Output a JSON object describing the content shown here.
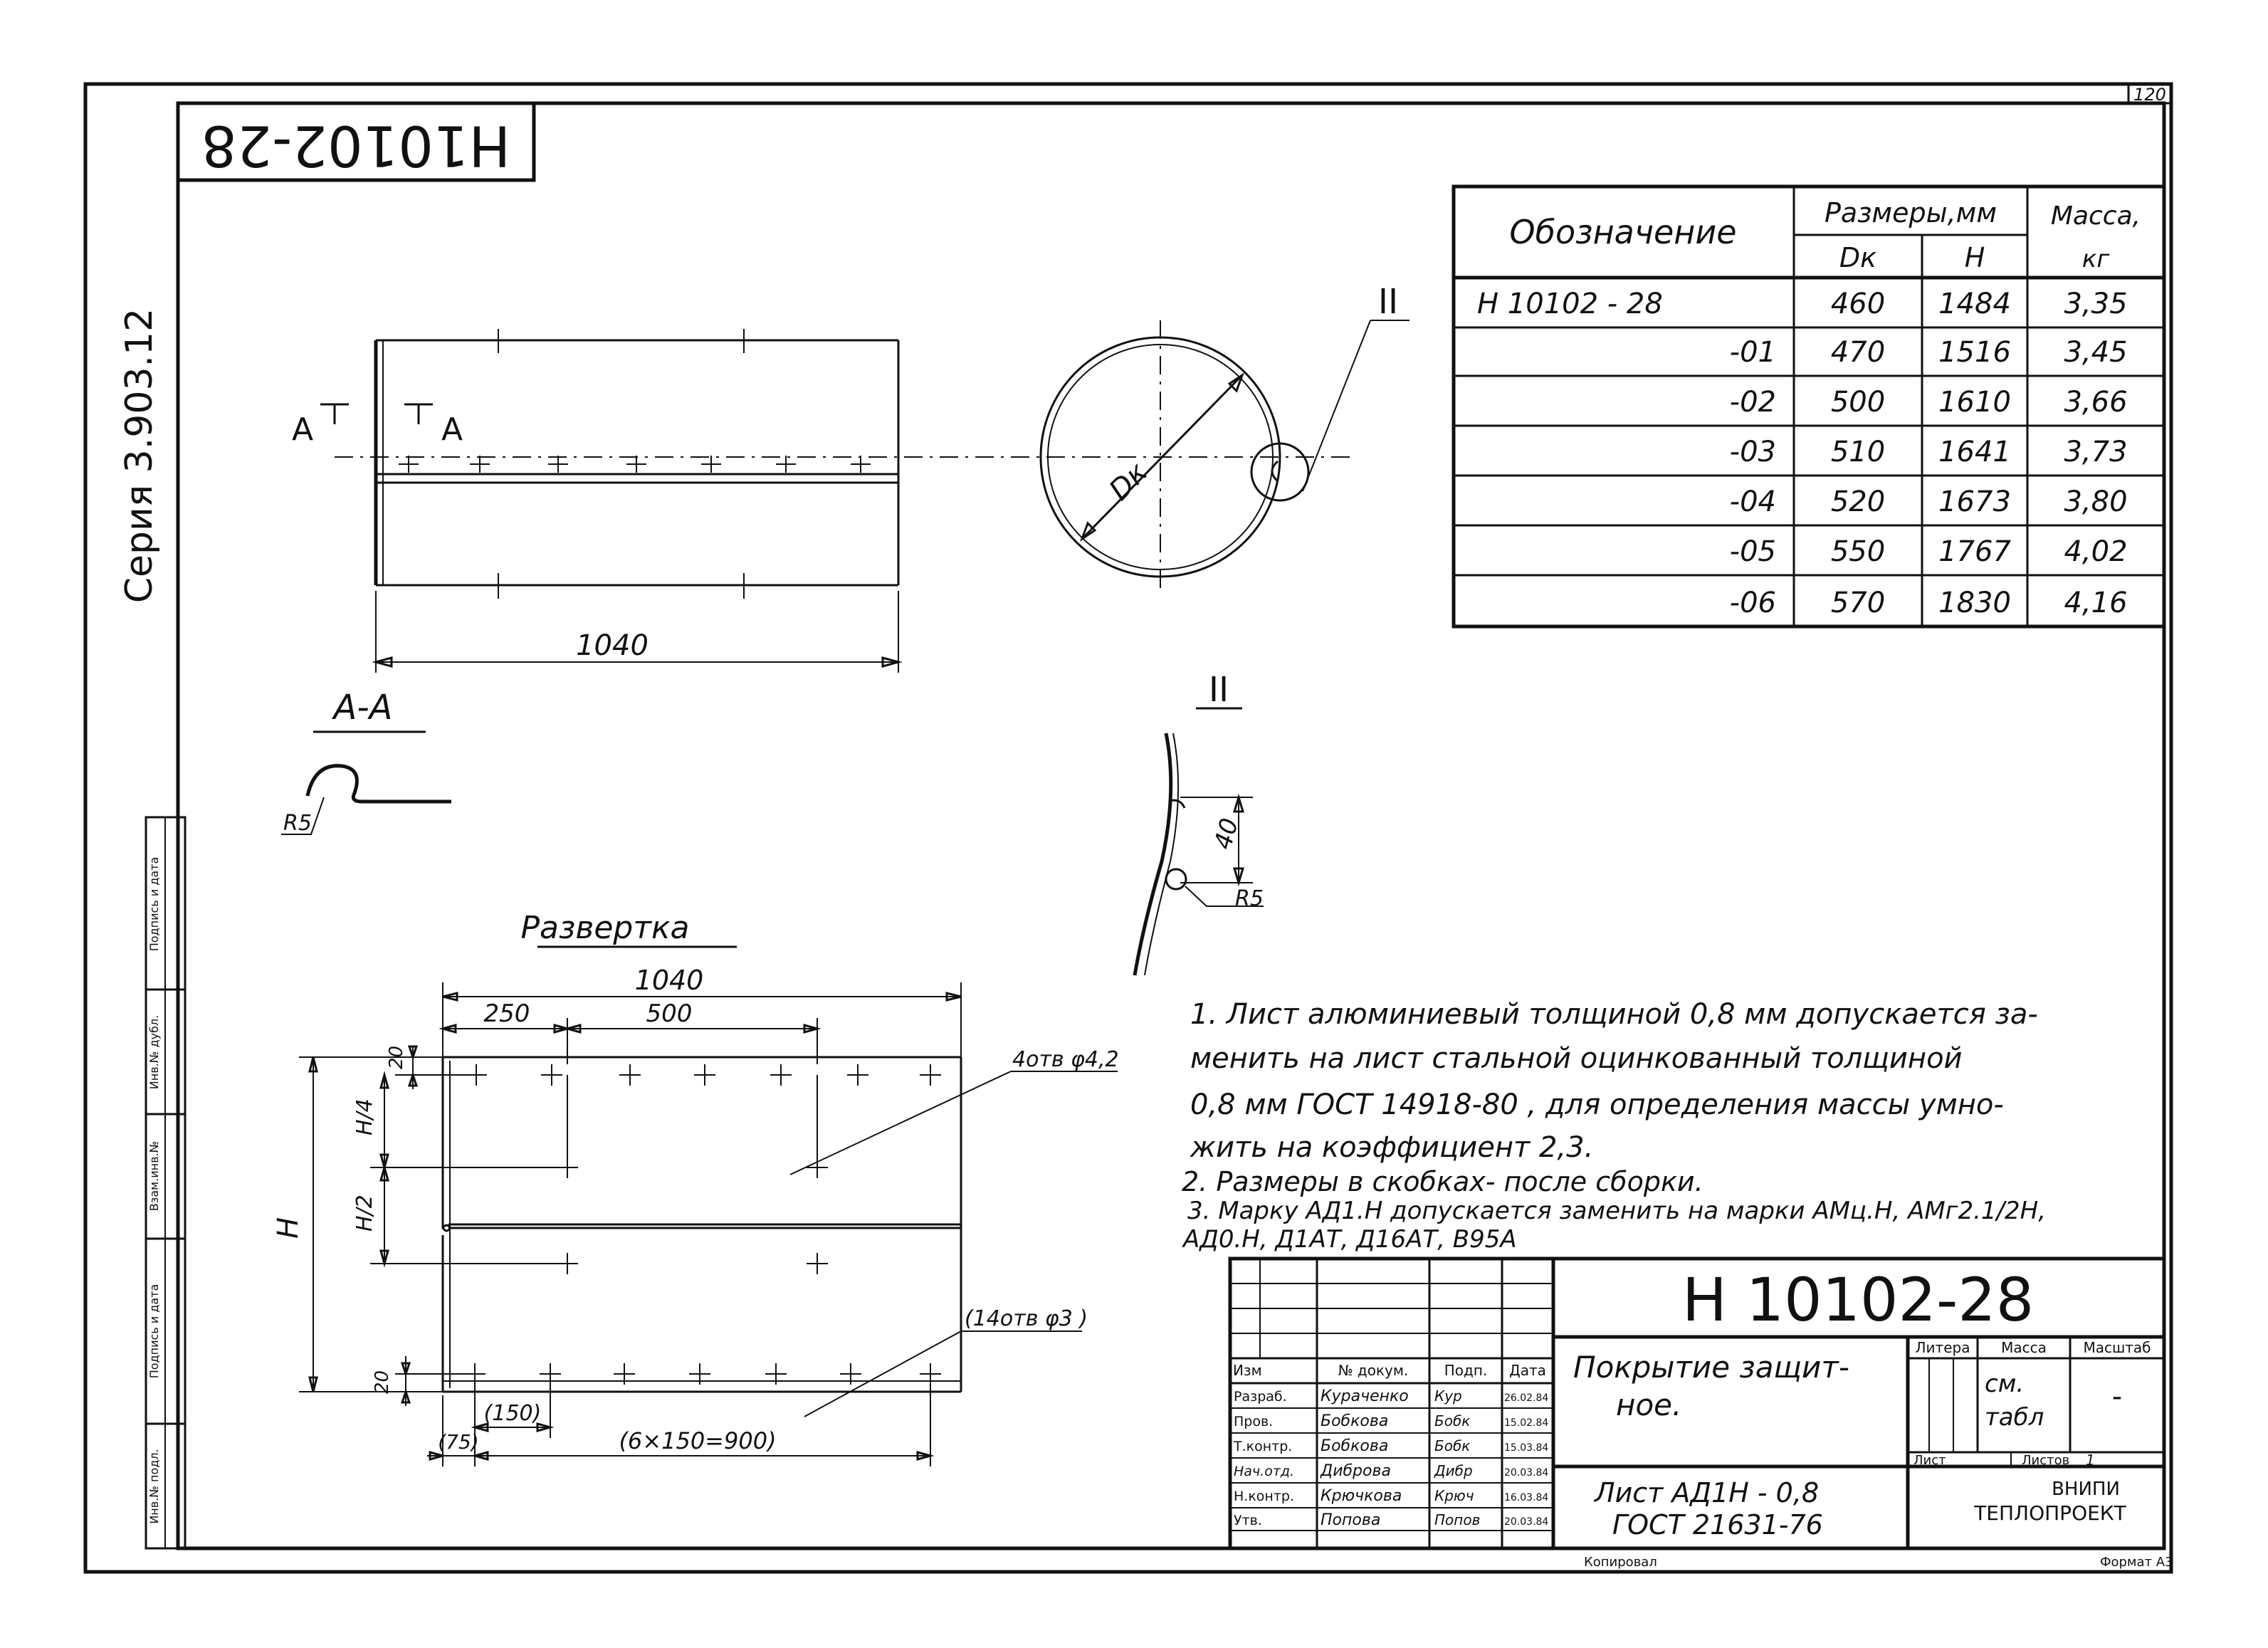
{
  "sheet": {
    "page_number": "120",
    "stamp_top": "Н10102-28",
    "series": "Серия 3.903.12"
  },
  "main_view": {
    "length_dim": "1040",
    "section_mark_left": "A",
    "section_mark_right": "A"
  },
  "circle_view": {
    "dia_label": "Dк",
    "callout": "II"
  },
  "section_aa": {
    "title": "А-А",
    "radius": "R5"
  },
  "detail_ii": {
    "title": "II",
    "dim": "40",
    "radius": "R5"
  },
  "development": {
    "title": "Развертка",
    "overall": "1040",
    "d250": "250",
    "d500": "500",
    "d20_top": "20",
    "d20_bot": "20",
    "h4": "H/4",
    "h2": "H/2",
    "h": "H",
    "holes_42": "4отв φ4,2",
    "holes_3": "(14отв φ3 )",
    "d150": "(150)",
    "d75": "(75)",
    "d6x150": "(6×150=900)"
  },
  "table": {
    "headers": {
      "designation": "Обозначение",
      "sizes": "Размеры,мм",
      "dk": "Dк",
      "h": "Н",
      "mass": "Масса,",
      "kg": "кг"
    },
    "rows": [
      {
        "designation": "Н 10102 - 28",
        "dk": "460",
        "h": "1484",
        "mass": "3,35"
      },
      {
        "designation": "-01",
        "dk": "470",
        "h": "1516",
        "mass": "3,45"
      },
      {
        "designation": "-02",
        "dk": "500",
        "h": "1610",
        "mass": "3,66"
      },
      {
        "designation": "-03",
        "dk": "510",
        "h": "1641",
        "mass": "3,73"
      },
      {
        "designation": "-04",
        "dk": "520",
        "h": "1673",
        "mass": "3,80"
      },
      {
        "designation": "-05",
        "dk": "550",
        "h": "1767",
        "mass": "4,02"
      },
      {
        "designation": "-06",
        "dk": "570",
        "h": "1830",
        "mass": "4,16"
      }
    ]
  },
  "notes": {
    "n1_l1": "1. Лист алюминиевый   толщиной  0,8 мм   допускается  за-",
    "n1_l2": "менить  на лист   стальной  оцинкованный   толщиной",
    "n1_l3": "0,8 мм   ГОСТ 14918-80 ,  для  определения   массы  умно-",
    "n1_l4": "жить  на   коэффициент   2,3.",
    "n2": "2. Размеры в скобках- после сборки.",
    "n3_l1": "3. Марку АД1.Н допускается заменить на марки АМц.Н, АМг2.1/2Н,",
    "n3_l2": "АД0.Н, Д1АТ, Д16АТ, В95А"
  },
  "title_block": {
    "doc_number": "Н 10102-28",
    "title_l1": "Покрытие защит-",
    "title_l2": "ное.",
    "material_l1": "Лист  АД1Н - 0,8",
    "material_l2": "ГОСТ 21631-76",
    "col_izm": "Изм",
    "col_doc": "№ докум.",
    "col_sign": "Подп.",
    "col_date": "Дата",
    "litera": "Литера",
    "massa": "Масса",
    "masshtab": "Масштаб",
    "mass_val_l1": "см.",
    "mass_val_l2": "табл",
    "scale_val": "-",
    "list": "Лист",
    "listov": "Листов",
    "listov_val": "1",
    "org_l1": "ВНИПИ",
    "org_l2": "ТЕПЛОПРОЕКТ",
    "kopiroval": "Копировал",
    "format": "Формат А3",
    "people": [
      {
        "role": "Разраб.",
        "name": "Кураченко",
        "sign": "Кур",
        "date": "26.02.84"
      },
      {
        "role": "Пров.",
        "name": "Бобкова",
        "sign": "Бобк",
        "date": "15.02.84"
      },
      {
        "role": "Т.контр.",
        "name": "Бобкова",
        "sign": "Бобк",
        "date": "15.03.84"
      },
      {
        "role": "Нач.отд.",
        "name": "Диброва",
        "sign": "Дибр",
        "date": "20.03.84"
      },
      {
        "role": "Н.контр.",
        "name": "Крючкова",
        "sign": "Крюч",
        "date": "16.03.84"
      },
      {
        "role": "Утв.",
        "name": "Попова",
        "sign": "Попов",
        "date": "20.03.84"
      }
    ]
  },
  "side_stamp": {
    "labels": [
      "Инв.№ подл.",
      "Подпись и дата",
      "Взам.инв.№",
      "Инв.№ дубл.",
      "Подпись и дата"
    ]
  }
}
